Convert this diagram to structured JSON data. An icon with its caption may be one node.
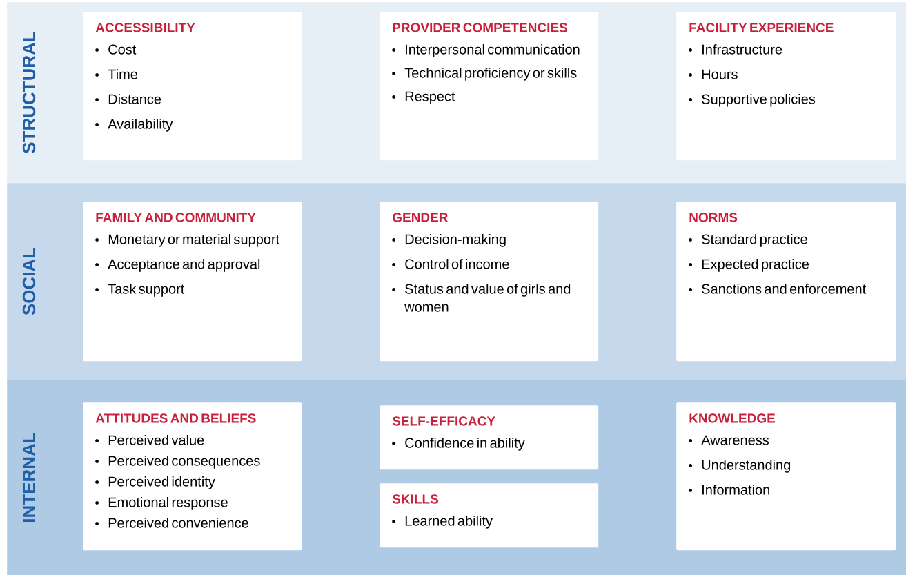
{
  "diagram": {
    "nodes": [
      {
        "text": [
          "STRUCTURAL"
        ]
      },
      {
        "text": [
          "ACCESSIBILITY",
          "Cost",
          "Time",
          "Distance",
          "Availability"
        ],
        "in": 0
      },
      {
        "text": [
          "PROVIDER COMPETENCIES",
          "Interpersonal communication",
          "Technical proficiency or skills",
          "Respect"
        ],
        "in": 0
      },
      {
        "text": [
          "FACILITY EXPERIENCE",
          "Infrastructure",
          "Hours",
          "Supportive policies"
        ],
        "in": 0
      },
      {
        "text": [
          "SOCIAL"
        ]
      },
      {
        "text": [
          "FAMILY AND COMMUNITY",
          "Monetary or material support",
          "Acceptance and approval",
          "Task support"
        ],
        "in": 4
      },
      {
        "text": [
          "GENDER",
          "Decision-making",
          "Control of income",
          "Status and value of girls and women"
        ],
        "in": 4
      },
      {
        "text": [
          "NORMS",
          "Standard practice",
          "Expected practice",
          "Sanctions and enforcement"
        ],
        "in": 4
      },
      {
        "text": [
          "INTERNAL"
        ]
      },
      {
        "text": [
          "ATTITUDES AND BELIEFS",
          "Perceived value",
          "Perceived consequences",
          "Perceived identity",
          "Emotional response",
          "Perceived convenience"
        ],
        "in": 8
      },
      {
        "text": [
          "SELF-EFFICACY",
          "Confidence in ability"
        ],
        "in": 8
      },
      {
        "text": [
          "SKILLS",
          "Learned ability"
        ],
        "in": 8
      },
      {
        "text": [
          "KNOWLEDGE",
          "Awareness",
          "Understanding",
          "Information"
        ],
        "in": 8
      }
    ],
    "edges": []
  }
}
